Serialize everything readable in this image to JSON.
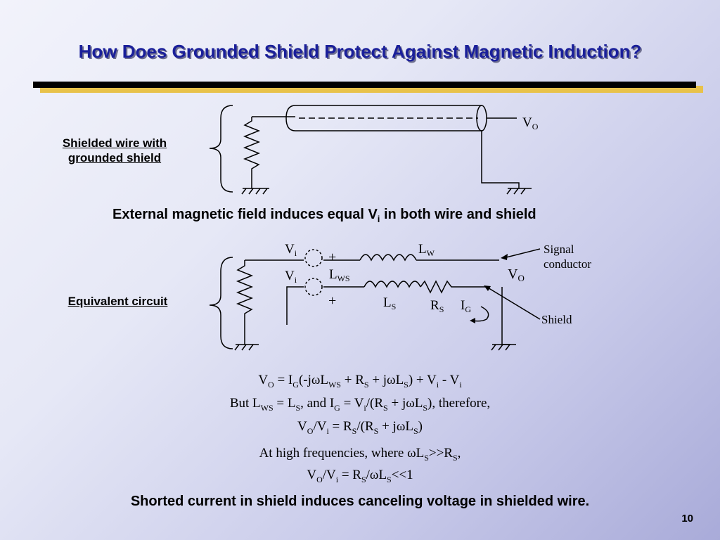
{
  "title": "How Does Grounded Shield Protect Against Magnetic Induction?",
  "labels": {
    "shielded_line1": "Shielded wire with",
    "shielded_line2": "grounded shield",
    "equivalent": "Equivalent circuit"
  },
  "captions": {
    "external_a": "External magnetic field induces equal V",
    "external_sub": "i",
    "external_b": " in both wire and shield",
    "shorted": "Shorted current in shield induces canceling voltage in shielded wire."
  },
  "diagram_top": {
    "vo_main": "V",
    "vo_sub": "O"
  },
  "diagram_equiv": {
    "vi_main": "V",
    "vi_sub": "i",
    "lw_main": "L",
    "lw_sub": "W",
    "lws_main": "L",
    "lws_sub": "WS",
    "ls_main": "L",
    "ls_sub": "S",
    "rs_main": "R",
    "rs_sub": "S",
    "ig_main": "I",
    "ig_sub": "G",
    "vo_main": "V",
    "vo_sub": "O",
    "plus": "+",
    "signal_line1": "Signal",
    "signal_line2": "conductor",
    "shield": "Shield"
  },
  "equations": {
    "line1": [
      "V",
      "O",
      " = I",
      "G",
      "(-jωL",
      "WS",
      " + R",
      "S",
      " + jωL",
      "S",
      ") + V",
      "i",
      " - V",
      "i"
    ],
    "line2": [
      "But L",
      "WS",
      " = L",
      "S",
      ", and I",
      "G",
      " = V",
      "i",
      "/(R",
      "S",
      " + jωL",
      "S",
      "), therefore,"
    ],
    "line3": [
      "V",
      "O",
      "/V",
      "i",
      " = R",
      "S",
      "/(R",
      "S",
      " + jωL",
      "S",
      ")"
    ],
    "line4": [
      "At high frequencies, where ωL",
      "S",
      ">>R",
      "S",
      ","
    ],
    "line5": [
      "V",
      "O",
      "/V",
      "i",
      " = R",
      "S",
      "/ωL",
      "S",
      "<<1"
    ]
  },
  "page_number": "10",
  "colors": {
    "title": "#1a1f9a",
    "accent_rule": "#e8c24a"
  }
}
